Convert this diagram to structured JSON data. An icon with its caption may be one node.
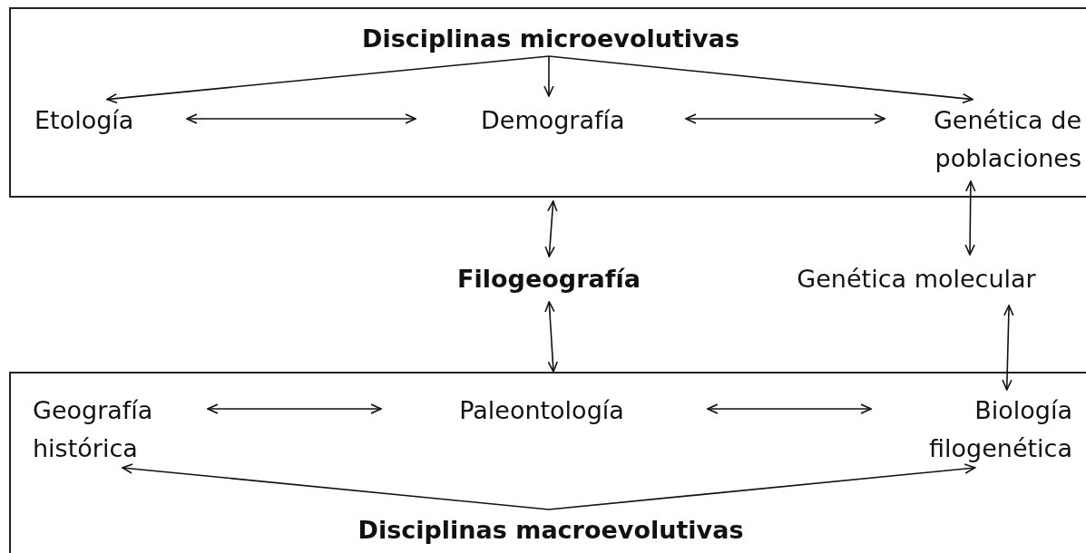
{
  "diagram": {
    "nodes": [
      {
        "text": [],
        "shape": "box"
      },
      {
        "text": [
          "Disciplinas microevolutivas"
        ],
        "in": 0
      },
      {
        "text": [
          "Etología"
        ],
        "in": 0
      },
      {
        "text": [
          "Demografía"
        ],
        "in": 0
      },
      {
        "text": [
          "Genética de poblaciones"
        ],
        "in": 0
      },
      {
        "text": [
          "Filogeografía"
        ]
      },
      {
        "text": [
          "Genética molecular"
        ]
      },
      {
        "text": [],
        "shape": "box"
      },
      {
        "text": [
          "Geografía histórica"
        ],
        "in": 7
      },
      {
        "text": [
          "Paleontología"
        ],
        "in": 7
      },
      {
        "text": [
          "Biología filogenética"
        ],
        "in": 7
      },
      {
        "text": [
          "Disciplinas macroevolutivas"
        ],
        "in": 7
      }
    ],
    "edges": [
      {
        "from": 1,
        "to": 2,
        "arrow": "to"
      },
      {
        "from": 1,
        "to": 3,
        "arrow": "to"
      },
      {
        "from": 1,
        "to": 4,
        "arrow": "to"
      },
      {
        "from": 2,
        "to": 3,
        "arrow": "both"
      },
      {
        "from": 3,
        "to": 4,
        "arrow": "both"
      },
      {
        "from": 0,
        "to": 5,
        "arrow": "both"
      },
      {
        "from": 5,
        "to": 7,
        "arrow": "both"
      },
      {
        "from": 4,
        "to": 6,
        "arrow": "both"
      },
      {
        "from": 6,
        "to": 10,
        "arrow": "both"
      },
      {
        "from": 8,
        "to": 9,
        "arrow": "both"
      },
      {
        "from": 9,
        "to": 10,
        "arrow": "both"
      },
      {
        "from": 11,
        "to": 8,
        "arrow": "to"
      },
      {
        "from": 11,
        "to": 10,
        "arrow": "to"
      }
    ]
  }
}
